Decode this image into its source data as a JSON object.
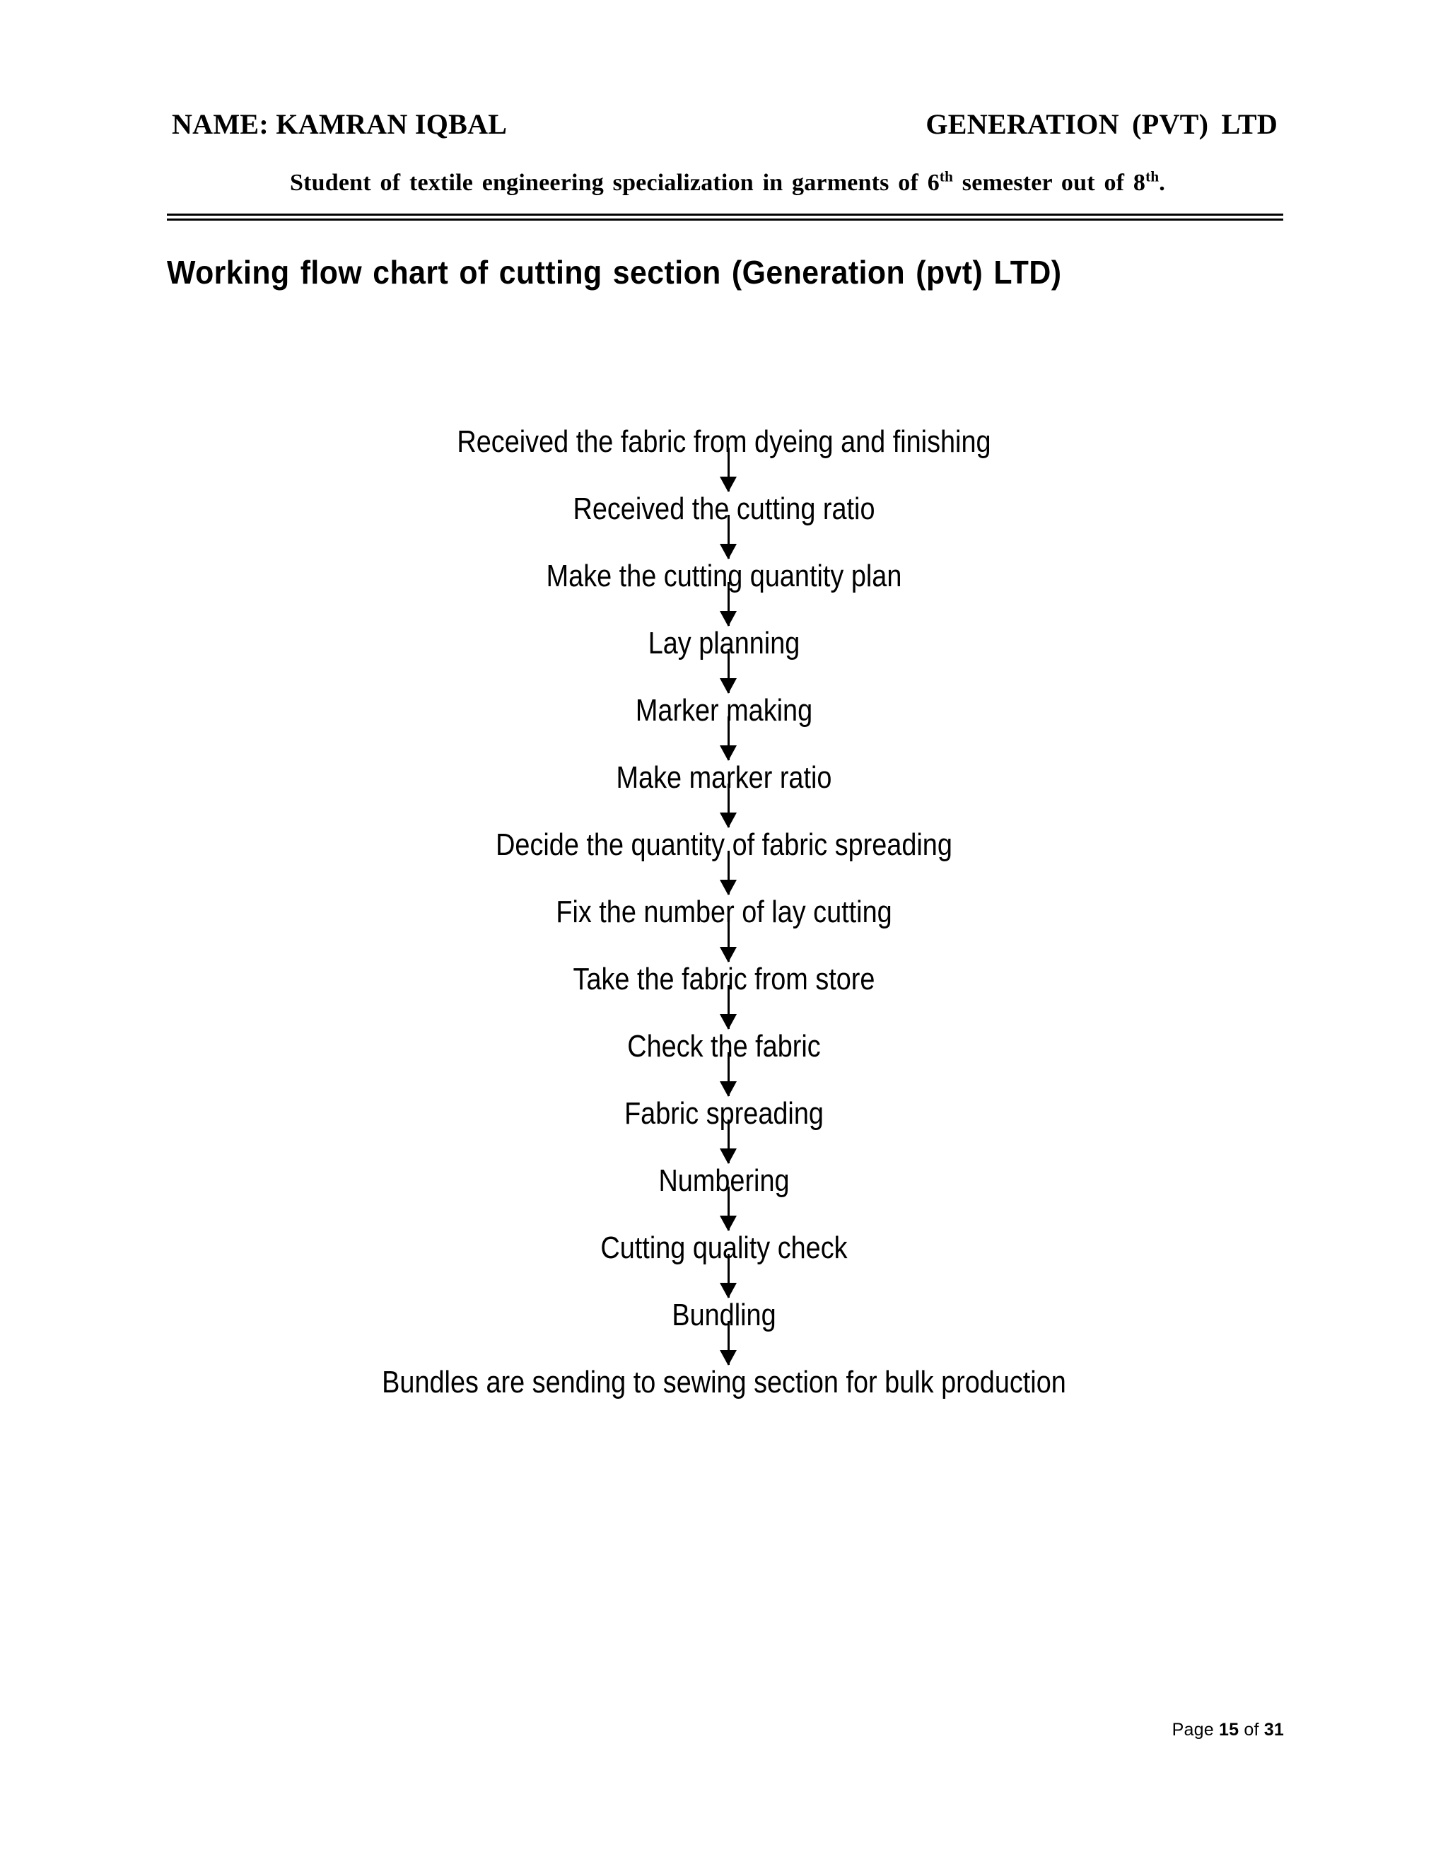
{
  "header": {
    "name": "NAME: KAMRAN IQBAL",
    "company": "GENERATION  (PVT)  LTD",
    "subtitle_prefix": "Student of textile engineering specialization in garments of 6",
    "subtitle_sup1": "th",
    "subtitle_middle": " semester out of 8",
    "subtitle_sup2": "th",
    "subtitle_suffix": "."
  },
  "title": "Working flow chart of cutting section (Generation (pvt) LTD)",
  "flowchart": {
    "type": "flow-diagram",
    "orientation": "vertical",
    "connector": "down-arrow",
    "steps": [
      "Received the fabric from dyeing and finishing",
      "Received the cutting ratio",
      "Make the cutting quantity plan",
      "Lay planning",
      "Marker making",
      "Make marker ratio",
      "Decide the quantity of fabric spreading",
      "Fix the number of lay cutting",
      "Take the fabric from store",
      "Check the fabric",
      "Fabric spreading",
      "Numbering",
      "Cutting quality check",
      "Bundling",
      "Bundles are sending to sewing section for bulk production"
    ]
  },
  "footer": {
    "page_word": "Page ",
    "page_number": "15",
    "of_word": " of ",
    "total_pages": "31"
  },
  "colors": {
    "text": "#000000",
    "background": "#ffffff",
    "rule": "#000000"
  }
}
